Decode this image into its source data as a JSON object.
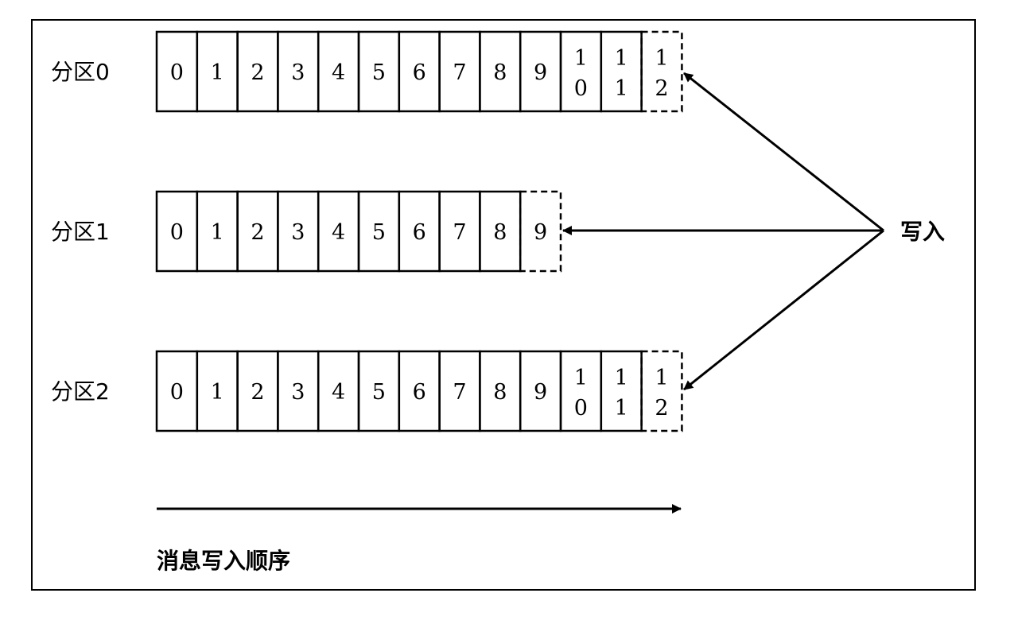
{
  "partitions": [
    {
      "label": "分区0",
      "cells": [
        "0",
        "1",
        "2",
        "3",
        "4",
        "5",
        "6",
        "7",
        "8",
        "9",
        "10",
        "11"
      ],
      "next": "12"
    },
    {
      "label": "分区1",
      "cells": [
        "0",
        "1",
        "2",
        "3",
        "4",
        "5",
        "6",
        "7",
        "8"
      ],
      "next": "9"
    },
    {
      "label": "分区2",
      "cells": [
        "0",
        "1",
        "2",
        "3",
        "4",
        "5",
        "6",
        "7",
        "8",
        "9",
        "10",
        "11"
      ],
      "next": "12"
    }
  ],
  "write_label": "写入",
  "order_label": "消息写入顺序"
}
